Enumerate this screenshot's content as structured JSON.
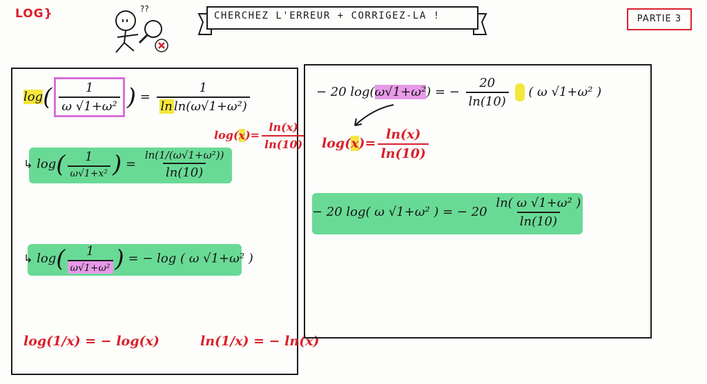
{
  "header": {
    "logo_tag": "LOG",
    "title": "CHERCHEZ  L'ERREUR  + CORRIGEZ-LA !",
    "part_label": "PARTIE 3",
    "figure_marks": "??"
  },
  "left_panel": {
    "eq1_lhs_fn": "log",
    "eq1_lhs_num": "1",
    "eq1_lhs_den": "ω √1+ω²",
    "eq1_rhs_num": "1",
    "eq1_rhs_den": "ln(ω√1+ω²)",
    "rule_log_fn": "log",
    "rule_x": "x",
    "rule_num": "ln(x)",
    "rule_den": "ln(10)",
    "eq2_arrow": "↳",
    "eq2_lhs_fn": "log",
    "eq2_lhs_num": "1",
    "eq2_lhs_den": "ω√1+x²",
    "eq2_rhs_num": "ln(1/(ω√1+ω²))",
    "eq2_rhs_den": "ln(10)",
    "eq3_arrow": "↳",
    "eq3_lhs_fn": "log",
    "eq3_lhs_num": "1",
    "eq3_lhs_den": "ω√1+ω²",
    "eq3_rhs": "= − log ( ω √1+ω² )",
    "rule2": "log(1/x) = − log(x)",
    "rule3": "ln(1/x) = − ln(x)"
  },
  "right_panel": {
    "eq1_lhs": "− 20 log(",
    "eq1_lhs_arg": "ω√1+ω²",
    "eq1_rhs_num": "20",
    "eq1_rhs_den": "ln(10)",
    "eq1_rhs_arg": "( ω √1+ω² )",
    "rule_log_fn": "log",
    "rule_x": "x",
    "rule_num": "ln(x)",
    "rule_den": "ln(10)",
    "eq2_lhs": "− 20 log( ω √1+ω² ) = − 20",
    "eq2_rhs_num": "ln( ω √1+ω² )",
    "eq2_rhs_den": "ln(10)"
  },
  "colors": {
    "ink": "#141414",
    "red_ink": "#d9202a",
    "green_highlight": "#4fd382",
    "pink_highlight": "#e79ae8",
    "yellow_highlight": "#f5e63c"
  }
}
